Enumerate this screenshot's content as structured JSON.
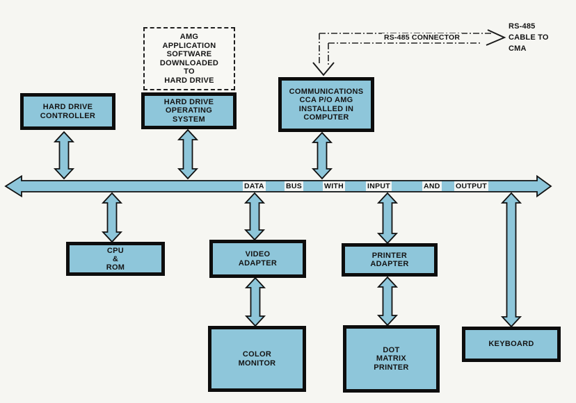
{
  "title": "Computer block diagram with AMG software and RS-485 connection",
  "colors": {
    "diagram_blue": "#8ec6da",
    "background": "#f6f6f2",
    "line_black": "#111111"
  },
  "boxes": {
    "hard_drive_controller": {
      "label": "HARD DRIVE\nCONTROLLER"
    },
    "amg_software": {
      "label": "AMG\nAPPLICATION\nSOFTWARE\nDOWNLOADED\nTO\nHARD DRIVE"
    },
    "hard_drive_os": {
      "label": "HARD DRIVE\nOPERATING\nSYSTEM"
    },
    "communications": {
      "label": "COMMUNICATIONS\nCCA P/O AMG\nINSTALLED IN\nCOMPUTER"
    },
    "cpu_rom": {
      "label": "CPU\n&\nROM"
    },
    "video_adapter": {
      "label": "VIDEO\nADAPTER"
    },
    "printer_adapter": {
      "label": "PRINTER\nADAPTER"
    },
    "keyboard": {
      "label": "KEYBOARD"
    },
    "color_monitor": {
      "label": "COLOR\nMONITOR"
    },
    "dot_matrix_printer": {
      "label": "DOT\nMATRIX\nPRINTER"
    }
  },
  "bus": {
    "words": [
      "DATA",
      "BUS",
      "WITH",
      "INPUT",
      "AND",
      "OUTPUT"
    ]
  },
  "rs485": {
    "connector_label": "RS-485 CONNECTOR",
    "cable_label": "RS-485\nCABLE TO\nCMA"
  }
}
